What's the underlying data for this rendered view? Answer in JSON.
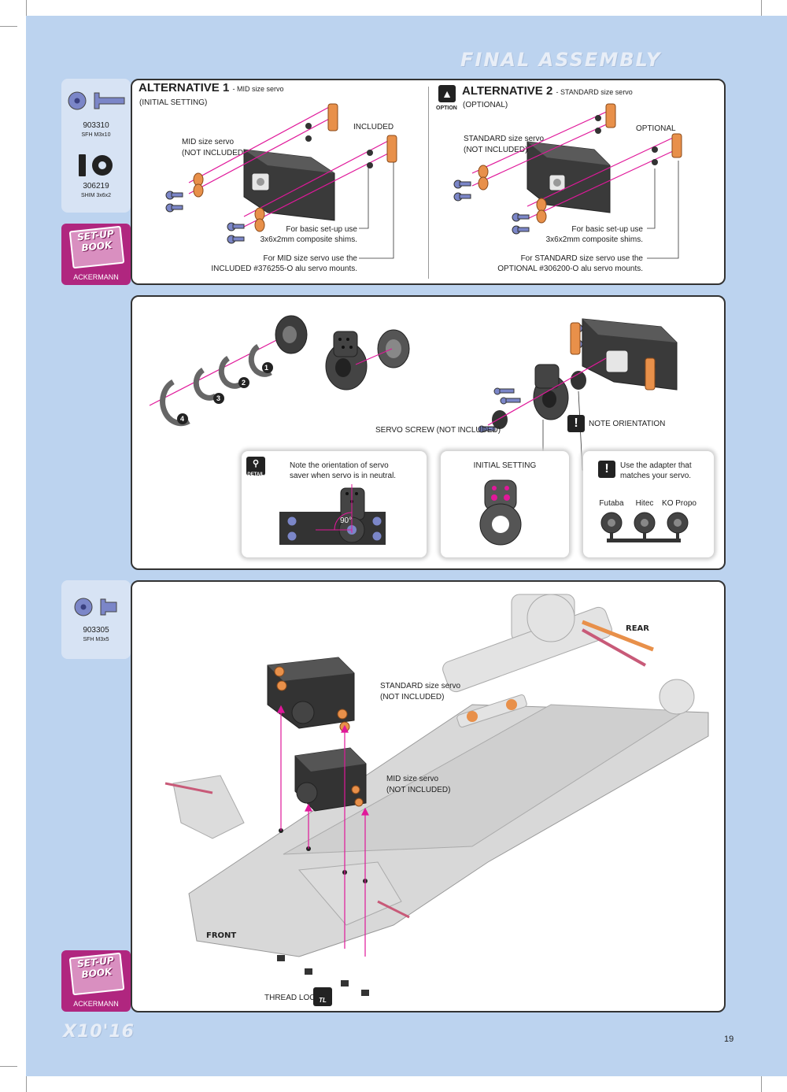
{
  "header": {
    "title": "FINAL ASSEMBLY"
  },
  "parts_top": [
    {
      "number": "903310",
      "desc": "SFH M3x10"
    },
    {
      "number": "306219",
      "desc": "SHIM 3x6x2"
    }
  ],
  "parts_bottom": [
    {
      "number": "903305",
      "desc": "SFH M3x5"
    }
  ],
  "setup_book": {
    "title_line1": "SET-UP",
    "title_line2": "BOOK",
    "label": "ACKERMANN"
  },
  "alt1": {
    "title": "ALTERNATIVE 1",
    "title_suffix": "- MID size servo",
    "subtitle": "(INITIAL SETTING)",
    "included": "INCLUDED",
    "servo_line1": "MID size servo",
    "servo_line2": "(NOT INCLUDED)",
    "shims_line1": "For basic set-up use",
    "shims_line2": "3x6x2mm composite shims.",
    "mounts_line1": "For MID size servo use the",
    "mounts_line2": "INCLUDED #376255-O alu servo mounts."
  },
  "alt2": {
    "option_badge": "OPTION",
    "title": "ALTERNATIVE 2",
    "title_suffix": "- STANDARD size servo",
    "subtitle": "(OPTIONAL)",
    "optional": "OPTIONAL",
    "servo_line1": "STANDARD size servo",
    "servo_line2": "(NOT INCLUDED)",
    "shims_line1": "For basic set-up use",
    "shims_line2": "3x6x2mm composite shims.",
    "mounts_line1": "For STANDARD size servo use the",
    "mounts_line2": "OPTIONAL #306200-O alu servo mounts."
  },
  "saver": {
    "steps": [
      "1",
      "2",
      "3",
      "4"
    ],
    "servo_screw": "SERVO SCREW (NOT INCLUDED)",
    "note_orientation": "NOTE ORIENTATION",
    "detail_badge": "DETAIL",
    "detail_line1": "Note the orientation of servo",
    "detail_line2": "saver when servo is in neutral.",
    "angle": "90°",
    "initial_setting": "INITIAL SETTING",
    "adapter_line1": "Use the adapter that",
    "adapter_line2": "matches your servo.",
    "adapters": [
      "Futaba",
      "Hitec",
      "KO Propo"
    ]
  },
  "chassis": {
    "rear": "REAR",
    "front": "FRONT",
    "standard_line1": "STANDARD size servo",
    "standard_line2": "(NOT INCLUDED)",
    "mid_line1": "MID size servo",
    "mid_line2": "(NOT INCLUDED)",
    "thread_lock": "THREAD LOCK",
    "tl_badge": "TL"
  },
  "footer": {
    "logo": "X10'16",
    "page": "19"
  },
  "colors": {
    "page_bg": "#bcd3ef",
    "accent": "#e0189a",
    "setup": "#b0267f",
    "alu": "#e8904a",
    "screw": "#7b86c8"
  }
}
